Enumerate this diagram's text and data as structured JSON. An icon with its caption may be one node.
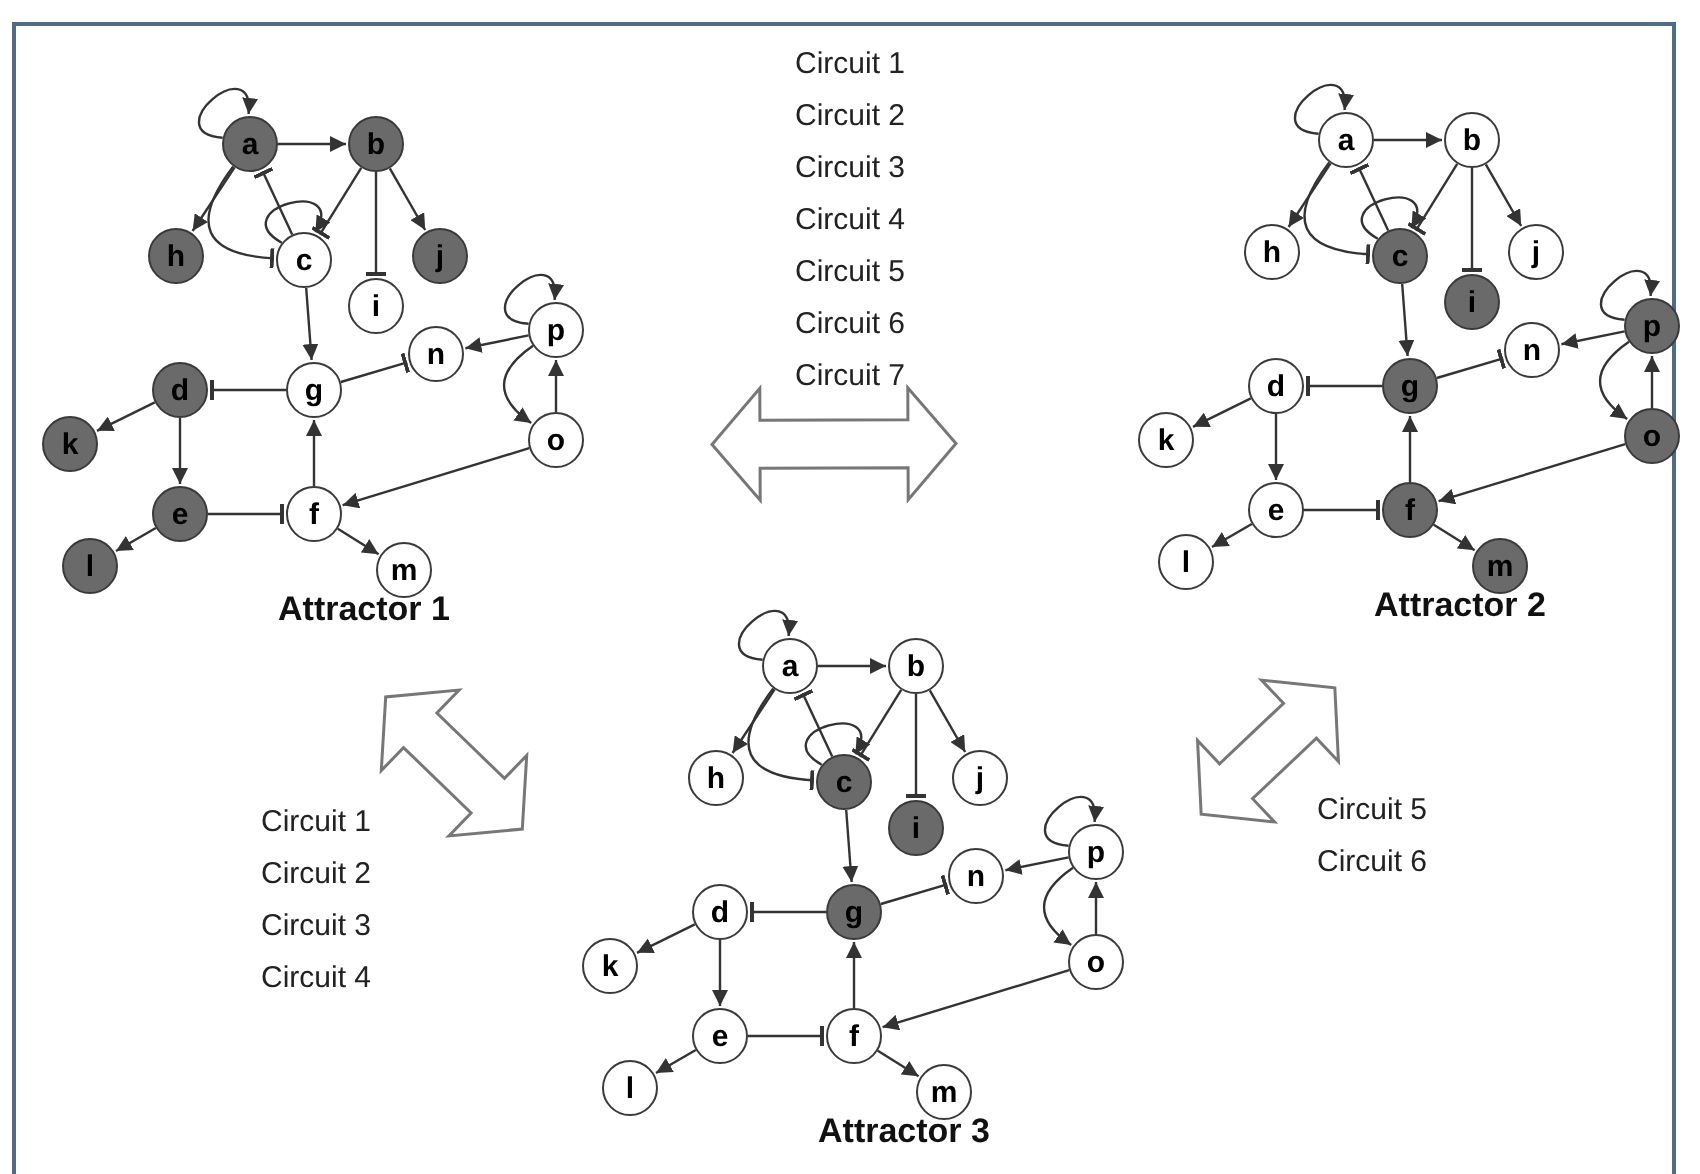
{
  "diagram": {
    "nodes": [
      {
        "text": [
          "Attractor 1"
        ]
      },
      {
        "text": [
          "a"
        ],
        "in": 0
      },
      {
        "text": [
          "b"
        ],
        "in": 0
      },
      {
        "text": [
          "c"
        ],
        "in": 0
      },
      {
        "text": [
          "d"
        ],
        "in": 0
      },
      {
        "text": [
          "e"
        ],
        "in": 0
      },
      {
        "text": [
          "f"
        ],
        "in": 0
      },
      {
        "text": [
          "g"
        ],
        "in": 0
      },
      {
        "text": [
          "h"
        ],
        "in": 0
      },
      {
        "text": [
          "i"
        ],
        "in": 0
      },
      {
        "text": [
          "j"
        ],
        "in": 0
      },
      {
        "text": [
          "k"
        ],
        "in": 0
      },
      {
        "text": [
          "l"
        ],
        "in": 0
      },
      {
        "text": [
          "m"
        ],
        "in": 0
      },
      {
        "text": [
          "n"
        ],
        "in": 0
      },
      {
        "text": [
          "o"
        ],
        "in": 0
      },
      {
        "text": [
          "p"
        ],
        "in": 0
      },
      {
        "text": [
          "Attractor 2"
        ]
      },
      {
        "text": [
          "a"
        ],
        "in": 17
      },
      {
        "text": [
          "b"
        ],
        "in": 17
      },
      {
        "text": [
          "c"
        ],
        "in": 17
      },
      {
        "text": [
          "d"
        ],
        "in": 17
      },
      {
        "text": [
          "e"
        ],
        "in": 17
      },
      {
        "text": [
          "f"
        ],
        "in": 17
      },
      {
        "text": [
          "g"
        ],
        "in": 17
      },
      {
        "text": [
          "h"
        ],
        "in": 17
      },
      {
        "text": [
          "i"
        ],
        "in": 17
      },
      {
        "text": [
          "j"
        ],
        "in": 17
      },
      {
        "text": [
          "k"
        ],
        "in": 17
      },
      {
        "text": [
          "l"
        ],
        "in": 17
      },
      {
        "text": [
          "m"
        ],
        "in": 17
      },
      {
        "text": [
          "n"
        ],
        "in": 17
      },
      {
        "text": [
          "o"
        ],
        "in": 17
      },
      {
        "text": [
          "p"
        ],
        "in": 17
      },
      {
        "text": [
          "Attractor 3"
        ]
      },
      {
        "text": [
          "a"
        ],
        "in": 34
      },
      {
        "text": [
          "b"
        ],
        "in": 34
      },
      {
        "text": [
          "c"
        ],
        "in": 34
      },
      {
        "text": [
          "d"
        ],
        "in": 34
      },
      {
        "text": [
          "e"
        ],
        "in": 34
      },
      {
        "text": [
          "f"
        ],
        "in": 34
      },
      {
        "text": [
          "g"
        ],
        "in": 34
      },
      {
        "text": [
          "h"
        ],
        "in": 34
      },
      {
        "text": [
          "i"
        ],
        "in": 34
      },
      {
        "text": [
          "j"
        ],
        "in": 34
      },
      {
        "text": [
          "k"
        ],
        "in": 34
      },
      {
        "text": [
          "l"
        ],
        "in": 34
      },
      {
        "text": [
          "m"
        ],
        "in": 34
      },
      {
        "text": [
          "n"
        ],
        "in": 34
      },
      {
        "text": [
          "o"
        ],
        "in": 34
      },
      {
        "text": [
          "p"
        ],
        "in": 34
      }
    ],
    "edges": [
      {
        "from": 1,
        "to": 1,
        "arrow": "to"
      },
      {
        "from": 1,
        "to": 2,
        "arrow": "to"
      },
      {
        "from": 1,
        "to": 8,
        "arrow": "to"
      },
      {
        "from": 1,
        "to": 3,
        "arrow": "other"
      },
      {
        "from": 3,
        "to": 1,
        "arrow": "other"
      },
      {
        "from": 3,
        "to": 3,
        "arrow": "to"
      },
      {
        "from": 2,
        "to": 3,
        "arrow": "other"
      },
      {
        "from": 2,
        "to": 9,
        "arrow": "other"
      },
      {
        "from": 2,
        "to": 10,
        "arrow": "to"
      },
      {
        "from": 3,
        "to": 7,
        "arrow": "to"
      },
      {
        "from": 7,
        "to": 4,
        "arrow": "other"
      },
      {
        "from": 7,
        "to": 14,
        "arrow": "other"
      },
      {
        "from": 16,
        "to": 14,
        "arrow": "to"
      },
      {
        "from": 16,
        "to": 16,
        "arrow": "to"
      },
      {
        "from": 16,
        "to": 15,
        "arrow": "to"
      },
      {
        "from": 15,
        "to": 16,
        "arrow": "to"
      },
      {
        "from": 15,
        "to": 6,
        "arrow": "to"
      },
      {
        "from": 6,
        "to": 7,
        "arrow": "to"
      },
      {
        "from": 4,
        "to": 11,
        "arrow": "to"
      },
      {
        "from": 4,
        "to": 5,
        "arrow": "to"
      },
      {
        "from": 5,
        "to": 6,
        "arrow": "other"
      },
      {
        "from": 5,
        "to": 12,
        "arrow": "to"
      },
      {
        "from": 6,
        "to": 13,
        "arrow": "to"
      },
      {
        "from": 18,
        "to": 18,
        "arrow": "to"
      },
      {
        "from": 18,
        "to": 19,
        "arrow": "to"
      },
      {
        "from": 18,
        "to": 25,
        "arrow": "to"
      },
      {
        "from": 18,
        "to": 20,
        "arrow": "other"
      },
      {
        "from": 20,
        "to": 18,
        "arrow": "other"
      },
      {
        "from": 20,
        "to": 20,
        "arrow": "to"
      },
      {
        "from": 19,
        "to": 20,
        "arrow": "other"
      },
      {
        "from": 19,
        "to": 26,
        "arrow": "other"
      },
      {
        "from": 19,
        "to": 27,
        "arrow": "to"
      },
      {
        "from": 20,
        "to": 24,
        "arrow": "to"
      },
      {
        "from": 24,
        "to": 21,
        "arrow": "other"
      },
      {
        "from": 24,
        "to": 31,
        "arrow": "other"
      },
      {
        "from": 33,
        "to": 31,
        "arrow": "to"
      },
      {
        "from": 33,
        "to": 33,
        "arrow": "to"
      },
      {
        "from": 33,
        "to": 32,
        "arrow": "to"
      },
      {
        "from": 32,
        "to": 33,
        "arrow": "to"
      },
      {
        "from": 32,
        "to": 23,
        "arrow": "to"
      },
      {
        "from": 23,
        "to": 24,
        "arrow": "to"
      },
      {
        "from": 21,
        "to": 28,
        "arrow": "to"
      },
      {
        "from": 21,
        "to": 22,
        "arrow": "to"
      },
      {
        "from": 22,
        "to": 23,
        "arrow": "other"
      },
      {
        "from": 22,
        "to": 29,
        "arrow": "to"
      },
      {
        "from": 23,
        "to": 30,
        "arrow": "to"
      },
      {
        "from": 35,
        "to": 35,
        "arrow": "to"
      },
      {
        "from": 35,
        "to": 36,
        "arrow": "to"
      },
      {
        "from": 35,
        "to": 42,
        "arrow": "to"
      },
      {
        "from": 35,
        "to": 37,
        "arrow": "other"
      },
      {
        "from": 37,
        "to": 35,
        "arrow": "other"
      },
      {
        "from": 37,
        "to": 37,
        "arrow": "to"
      },
      {
        "from": 36,
        "to": 37,
        "arrow": "other"
      },
      {
        "from": 36,
        "to": 43,
        "arrow": "other"
      },
      {
        "from": 36,
        "to": 44,
        "arrow": "to"
      },
      {
        "from": 37,
        "to": 41,
        "arrow": "to"
      },
      {
        "from": 41,
        "to": 38,
        "arrow": "other"
      },
      {
        "from": 41,
        "to": 48,
        "arrow": "other"
      },
      {
        "from": 50,
        "to": 48,
        "arrow": "to"
      },
      {
        "from": 50,
        "to": 50,
        "arrow": "to"
      },
      {
        "from": 50,
        "to": 49,
        "arrow": "to"
      },
      {
        "from": 49,
        "to": 50,
        "arrow": "to"
      },
      {
        "from": 49,
        "to": 40,
        "arrow": "to"
      },
      {
        "from": 40,
        "to": 41,
        "arrow": "to"
      },
      {
        "from": 38,
        "to": 45,
        "arrow": "to"
      },
      {
        "from": 38,
        "to": 39,
        "arrow": "to"
      },
      {
        "from": 39,
        "to": 40,
        "arrow": "other"
      },
      {
        "from": 39,
        "to": 46,
        "arrow": "to"
      },
      {
        "from": 40,
        "to": 47,
        "arrow": "to"
      },
      {
        "from": 0,
        "to": 17,
        "arrow": "both",
        "style": "thick"
      },
      {
        "from": 0,
        "to": 34,
        "arrow": "both",
        "style": "thick"
      },
      {
        "from": 34,
        "to": 17,
        "arrow": "both",
        "style": "thick"
      }
    ],
    "labels": [
      "Circuit 1",
      "Circuit 2",
      "Circuit 3",
      "Circuit 4",
      "Circuit 5",
      "Circuit 6",
      "Circuit 7",
      "Circuit 1",
      "Circuit 2",
      "Circuit 3",
      "Circuit 4",
      "Circuit 5",
      "Circuit 6"
    ]
  }
}
